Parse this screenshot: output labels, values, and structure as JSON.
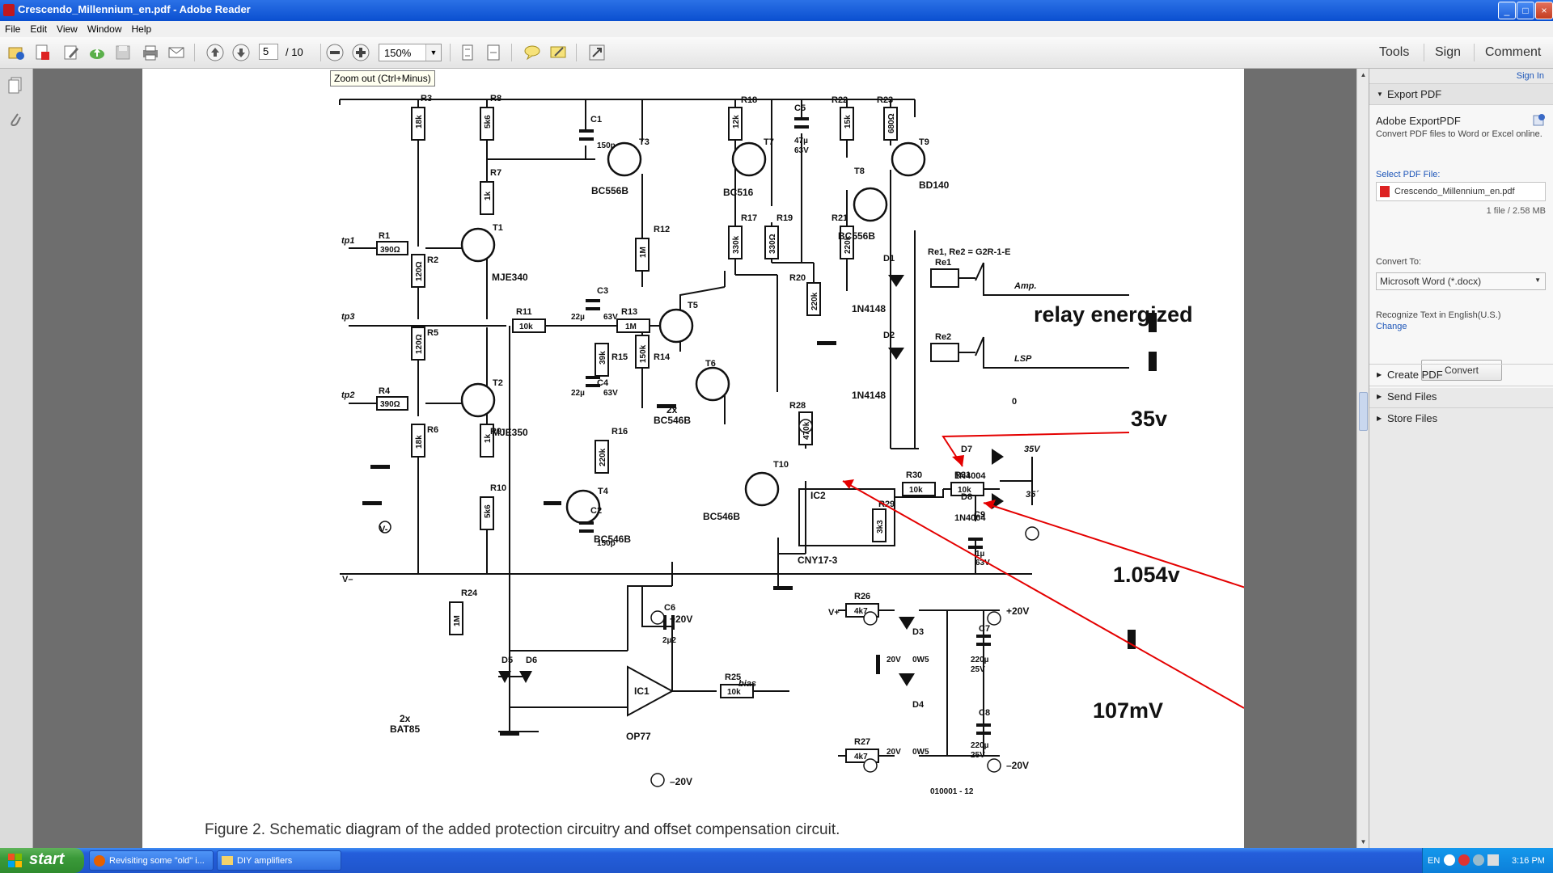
{
  "window": {
    "title": "Crescendo_Millennium_en.pdf - Adobe Reader",
    "min": "_",
    "max": "□",
    "close": "×"
  },
  "menu": [
    "File",
    "Edit",
    "View",
    "Window",
    "Help"
  ],
  "toolbar": {
    "page_current": "5",
    "page_sep": "/",
    "page_total": "10",
    "zoom": "150%",
    "tools": "Tools",
    "sign": "Sign",
    "comment": "Comment",
    "tooltip": "Zoom out (Ctrl+Minus)"
  },
  "right_panel": {
    "sign_in": "Sign In",
    "export_pdf": "Export PDF",
    "adobe_export_title": "Adobe ExportPDF",
    "adobe_export_desc": "Convert PDF files to Word or Excel online.",
    "select_label": "Select PDF File:",
    "file_name": "Crescendo_Millennium_en.pdf",
    "file_info": "1 file / 2.58 MB",
    "convert_to_label": "Convert To:",
    "convert_to_value": "Microsoft Word (*.docx)",
    "recognize_text": "Recognize Text in English(U.S.)",
    "change": "Change",
    "convert_button": "Convert",
    "sections": [
      "Create PDF",
      "Send Files",
      "Store Files"
    ]
  },
  "document": {
    "caption": "Figure 2. Schematic diagram of the added protection circuitry and offset compensation circuit.",
    "annotations": {
      "relay": "relay energized",
      "v35": "35v",
      "v1054": "1.054v",
      "mv107": "107mV"
    },
    "schematic": {
      "rails": {
        "vplus": "V+",
        "vminus": "V–",
        "vminus_node": "V-",
        "vplus_node": "V+",
        "v0": "0"
      },
      "testpoints": [
        "tp1",
        "tp3",
        "tp2"
      ],
      "resistors": {
        "R1": "390Ω",
        "R2": "120Ω",
        "R3": "18k",
        "R4": "390Ω",
        "R5": "120Ω",
        "R6": "18k",
        "R7": "1k",
        "R8": "5k6",
        "R9": "1k",
        "R10": "5k6",
        "R11": "10k",
        "R12": "1M",
        "R13": "1M",
        "R14": "150k",
        "R15": "39k",
        "R16": "220k",
        "R17": "330k",
        "R18": "12k",
        "R19": "330Ω",
        "R20": "220k",
        "R21": "220k",
        "R22": "15k",
        "R23": "680Ω",
        "R24": "1M",
        "R25": "10k",
        "R26": "4k7",
        "R27": "4k7",
        "R28": "470k",
        "R29": "3k3",
        "R30": "10k",
        "R31": "10k"
      },
      "capacitors": {
        "C1": "150p",
        "C2": "150p",
        "C3": "22µ",
        "C3v": "63V",
        "C4": "22µ",
        "C4v": "63V",
        "C5": "47µ",
        "C5v": "63V",
        "C6": "2µ2",
        "C7": "220µ",
        "C7v": "25V",
        "C8": "220µ",
        "C8v": "25V",
        "C9": "1µ",
        "C9v": "63V"
      },
      "transistors": {
        "T1": "MJE340",
        "T2": "MJE350",
        "T3": "BC556B",
        "T4": "BC546B",
        "T56": "2x",
        "T56b": "BC546B",
        "T7": "BC516",
        "T8": "BC556B",
        "T9": "BD140",
        "T10": "BC546B"
      },
      "diodes": {
        "D12": "1N4148",
        "D12b": "1N4148",
        "D56": "2x",
        "D56b": "BAT85",
        "D78": "1N4004",
        "D78b": "1N4004",
        "D34v": "20V",
        "D34w": "0W5",
        "D4v": "20V",
        "D4w": "0W5"
      },
      "relays": "Re1, Re2 = G2R-1-E",
      "labels": {
        "amp": "Amp.",
        "lsp": "LSP",
        "bias": "bias",
        "ic1": "IC1",
        "ic1type": "OP77",
        "ic2": "IC2",
        "ic2type": "CNY17-3",
        "v35a": "35V",
        "v35b": "35´",
        "plus20": "+20V",
        "minus20": "–20V",
        "code": "010001 - 12"
      }
    }
  },
  "taskbar": {
    "start": "start",
    "tasks": [
      "Revisiting some \"old\" i...",
      "DIY amplifiers"
    ],
    "lang": "EN",
    "clock": "3:16 PM"
  }
}
